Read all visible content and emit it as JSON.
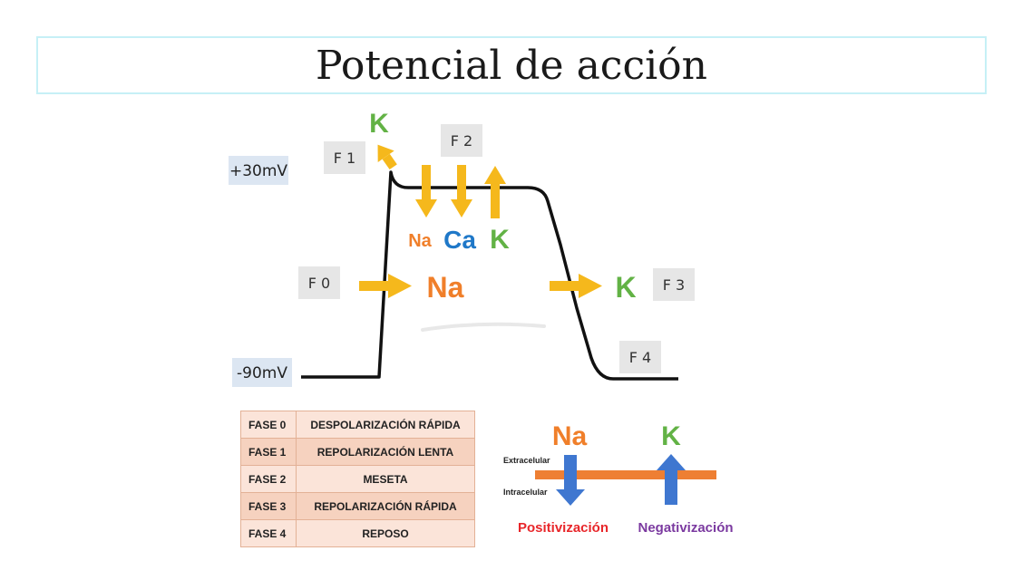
{
  "title": "Potencial de acción",
  "voltage_labels": {
    "top": "+30mV",
    "bottom": "-90mV"
  },
  "phase_tags": {
    "f0": "F 0",
    "f1": "F 1",
    "f2": "F 2",
    "f3": "F 3",
    "f4": "F 4"
  },
  "ions": {
    "f1_k": "K",
    "f2_na": "Na",
    "f2_ca": "Ca",
    "f2_k": "K",
    "f0_na": "Na",
    "f3_k": "K"
  },
  "phase_table": [
    {
      "phase": "FASE 0",
      "description": "DESPOLARIZACIÓN RÁPIDA"
    },
    {
      "phase": "FASE 1",
      "description": "REPOLARIZACIÓN LENTA"
    },
    {
      "phase": "FASE 2",
      "description": "MESETA"
    },
    {
      "phase": "FASE 3",
      "description": "REPOLARIZACIÓN RÁPIDA"
    },
    {
      "phase": "FASE 4",
      "description": "REPOSO"
    }
  ],
  "membrane": {
    "na_label": "Na",
    "k_label": "K",
    "extracelular": "Extracelular",
    "intracelular": "Intracelular",
    "positivizacion": "Positivización",
    "negativizacion": "Negativización"
  },
  "colors": {
    "na": "#f07f2a",
    "ca": "#1f78c8",
    "k": "#62b245",
    "arrow_yellow": "#f5b81c",
    "arrow_blue": "#3f77d0",
    "membrane": "#ee7f33",
    "positivizacion": "#e8262a",
    "negativizacion": "#7b3aa0",
    "tag_gray": "#e6e6e6",
    "voltage_bg": "#dce6f2"
  }
}
